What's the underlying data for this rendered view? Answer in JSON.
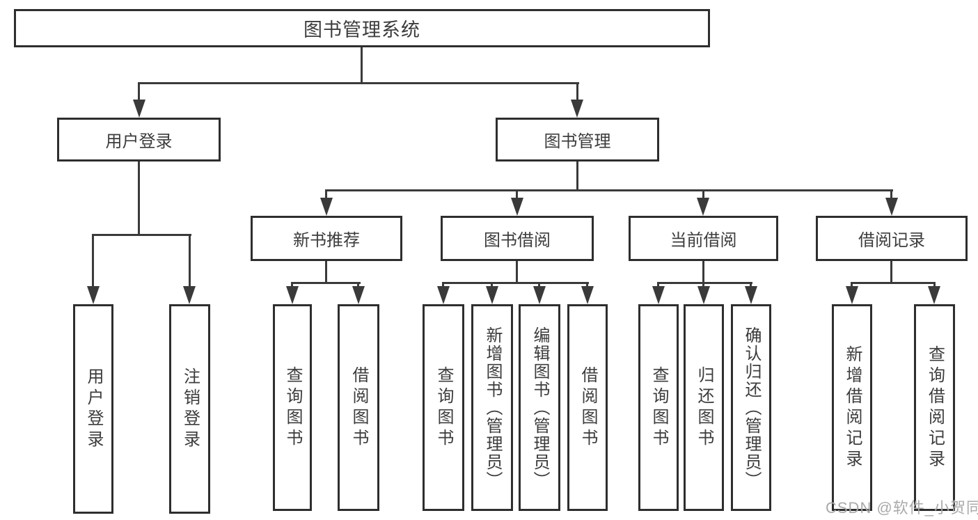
{
  "tree": {
    "root": {
      "label": "图书管理系统"
    },
    "level2": [
      {
        "label": "用户登录"
      },
      {
        "label": "图书管理"
      }
    ],
    "level3": [
      {
        "parent": "图书管理",
        "label": "新书推荐"
      },
      {
        "parent": "图书管理",
        "label": "图书借阅"
      },
      {
        "parent": "图书管理",
        "label": "当前借阅"
      },
      {
        "parent": "图书管理",
        "label": "借阅记录"
      }
    ],
    "leaves": [
      {
        "parent": "用户登录",
        "label": "用户登录"
      },
      {
        "parent": "用户登录",
        "label": "注销登录"
      },
      {
        "parent": "新书推荐",
        "label": "查询图书"
      },
      {
        "parent": "新书推荐",
        "label": "借阅图书"
      },
      {
        "parent": "图书借阅",
        "label": "查询图书"
      },
      {
        "parent": "图书借阅",
        "label": "新增图书（管理员）"
      },
      {
        "parent": "图书借阅",
        "label": "编辑图书（管理员）"
      },
      {
        "parent": "图书借阅",
        "label": "借阅图书"
      },
      {
        "parent": "当前借阅",
        "label": "查询图书"
      },
      {
        "parent": "当前借阅",
        "label": "归还图书"
      },
      {
        "parent": "当前借阅",
        "label": "确认归还（管理员）"
      },
      {
        "parent": "借阅记录",
        "label": "新增借阅记录"
      },
      {
        "parent": "借阅记录",
        "label": "查询借阅记录"
      }
    ]
  },
  "watermark": {
    "text": "CSDN @软件_小贺同学"
  },
  "colors": {
    "line": "#3a3a3a",
    "box_border": "#2e2e2e",
    "text": "#3c3c3c",
    "watermark": "#aaaaaa",
    "background": "#ffffff"
  }
}
